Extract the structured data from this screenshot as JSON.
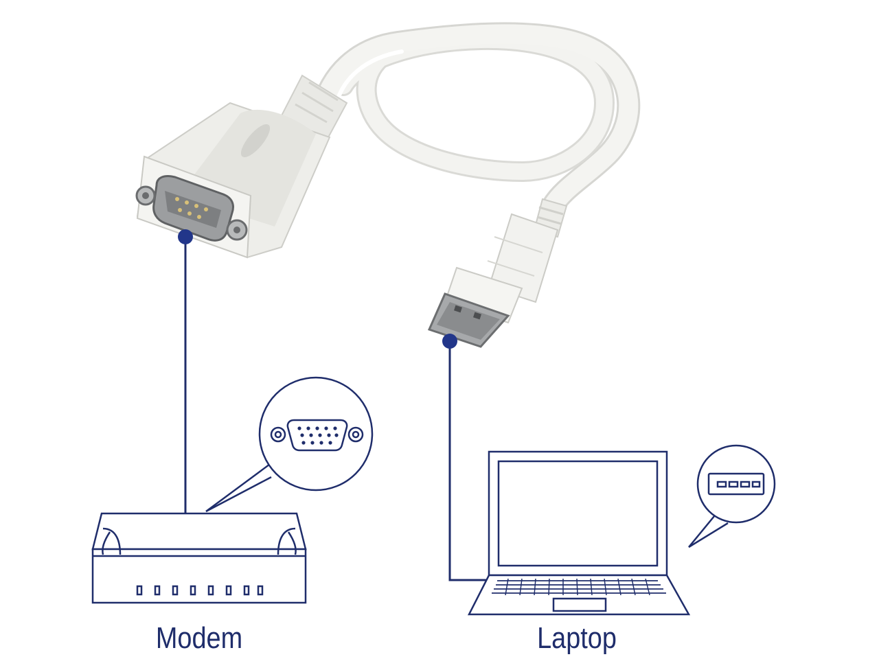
{
  "labels": {
    "modem": "Modem",
    "laptop": "Laptop"
  },
  "colors": {
    "line": "#1f2d6b",
    "dot": "#22368a",
    "cable": "#f1f1ee",
    "cable_shadow": "#d9d9d5",
    "metal": "#a9abad",
    "metal_dark": "#6f7173",
    "label": "#1f2d6b"
  },
  "icons": {
    "serial_connector": "db9-serial-connector",
    "usb_plug": "usb-a-plug",
    "vga_port": "vga-port-icon",
    "usb_port": "usb-port-icon",
    "modem": "modem-icon",
    "laptop": "laptop-icon"
  }
}
